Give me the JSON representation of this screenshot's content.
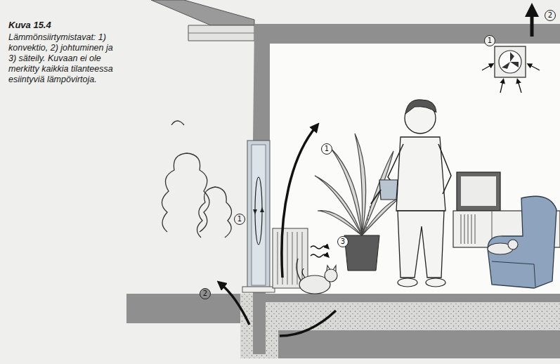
{
  "diagram": {
    "title": "Kuva 15.4",
    "caption": "Lämmönsiirtymistavat: 1) konvektio, 2) johtuminen ja 3) säteily. Kuvaan ei ole merkitty kaikkia tilanteessa esiintyviä lämpövirtoja.",
    "labels": [
      "2",
      "1",
      "1",
      "1",
      "3",
      "2"
    ]
  }
}
